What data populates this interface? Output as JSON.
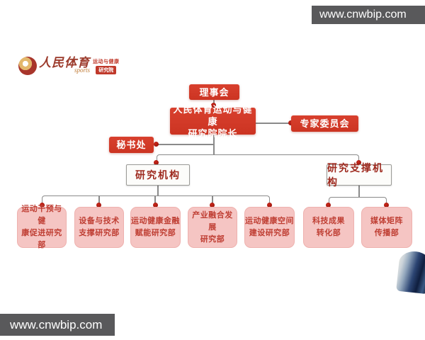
{
  "watermarks": {
    "top_bar": "www.cnwbip.com",
    "bottom_bar": "www.cnwbip.com"
  },
  "logo": {
    "brand": "人民体育",
    "script": "sports",
    "tagline": "运动与健康",
    "badge": "研究院"
  },
  "org": {
    "board": "理事会",
    "president": "人民体育运动与健康\n研究院院长",
    "expert_committee": "专家委员会",
    "secretariat": "秘书处",
    "research_branch": "研究机构",
    "support_branch": "研究支撑机构",
    "research_departments": [
      {
        "label": "运动干预与健\n康促进研究部"
      },
      {
        "label": "设备与技术\n支撑研究部"
      },
      {
        "label": "运动健康金融\n赋能研究部"
      },
      {
        "label": "产业融合发展\n研究部"
      },
      {
        "label": "运动健康空间\n建设研究部"
      }
    ],
    "support_departments": [
      {
        "label": "科技成果\n转化部"
      },
      {
        "label": "媒体矩阵\n传播部"
      }
    ]
  },
  "colors": {
    "accent_red": "#d03a2a",
    "pink": "#f5c5c3",
    "dept_text": "#bf3e33",
    "branch_text": "#9e2a1f",
    "line_gray": "#8a8a8a",
    "dot_red": "#a8150c",
    "watermark_bar": "#59595b"
  }
}
